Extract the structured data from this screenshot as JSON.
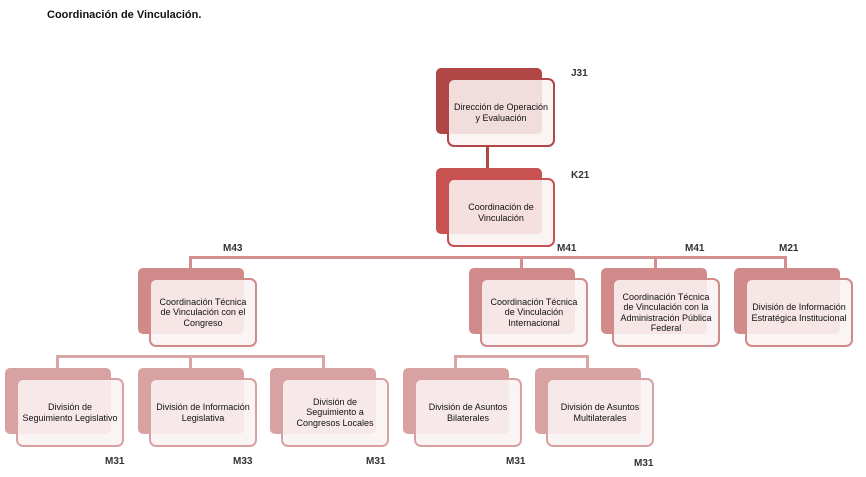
{
  "title": "Coordinación de Vinculación.",
  "colors": {
    "level0": "#b04646",
    "level1": "#c85252",
    "level2": "#d18a8a",
    "level3": "#d9a2a2"
  },
  "nodes": {
    "direccion": {
      "label": "Dirección de Operación y Evaluación",
      "code": "J31"
    },
    "coordinacion": {
      "label": "Coordinación de Vinculación",
      "code": "K21"
    },
    "congreso": {
      "label": "Coordinación Técnica de Vinculación con el Congreso",
      "code": "M43"
    },
    "internacional": {
      "label": "Coordinación Técnica de Vinculación Internacional",
      "code": "M41"
    },
    "apf": {
      "label": "Coordinación Técnica de Vinculación con la Administración Pública Federal",
      "code": "M41"
    },
    "estrategica": {
      "label": "División de Información Estratégica Institucional",
      "code": "M21"
    },
    "seguimiento": {
      "label": "División de Seguimiento Legislativo",
      "code": "M31"
    },
    "informacion": {
      "label": "División de Información Legislativa",
      "code": "M33"
    },
    "locales": {
      "label": "División de Seguimiento a Congresos Locales",
      "code": "M31"
    },
    "bilaterales": {
      "label": "División de Asuntos Bilaterales",
      "code": "M31"
    },
    "multilaterales": {
      "label": "División de Asuntos Multilaterales",
      "code": "M31"
    }
  }
}
